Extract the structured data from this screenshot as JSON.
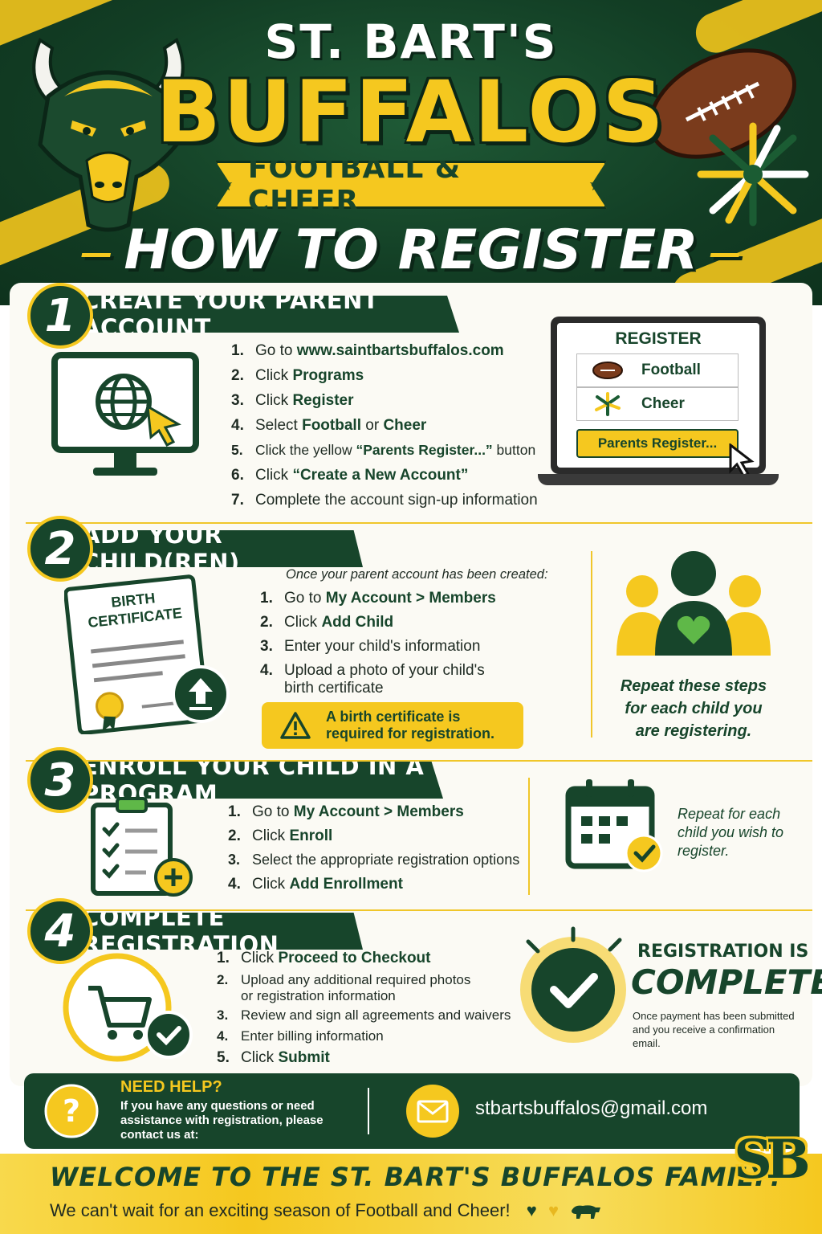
{
  "header": {
    "school": "ST. BART'S",
    "team": "BUFFALOS",
    "programs": "FOOTBALL & CHEER",
    "headline": "HOW TO REGISTER"
  },
  "step1": {
    "number": "1",
    "title": "CREATE YOUR PARENT ACCOUNT",
    "items": [
      {
        "n": "1.",
        "pre": "Go to ",
        "hl": "www.saintbartsbuffalos.com",
        "post": ""
      },
      {
        "n": "2.",
        "pre": "Click ",
        "hl": "Programs",
        "post": ""
      },
      {
        "n": "3.",
        "pre": "Click ",
        "hl": "Register",
        "post": ""
      },
      {
        "n": "4.",
        "pre": "Select ",
        "hl": "Football",
        "mid": " or ",
        "hl2": "Cheer",
        "post": ""
      },
      {
        "n": "5.",
        "pre": "Click the yellow ",
        "hl": "“Parents Register...”",
        "post": " button"
      },
      {
        "n": "6.",
        "pre": "Click ",
        "hl": "“Create a New Account”",
        "post": ""
      },
      {
        "n": "7.",
        "pre": "Complete the account sign-up information",
        "hl": "",
        "post": ""
      }
    ],
    "mock": {
      "title": "REGISTER",
      "option1": "Football",
      "option2": "Cheer",
      "button": "Parents Register..."
    }
  },
  "step2": {
    "number": "2",
    "title": "ADD YOUR CHILD(REN)",
    "intro": "Once your parent account has been created:",
    "items": [
      {
        "n": "1.",
        "pre": "Go to ",
        "hl": "My Account > Members",
        "post": ""
      },
      {
        "n": "2.",
        "pre": "Click ",
        "hl": "Add Child",
        "post": ""
      },
      {
        "n": "3.",
        "pre": "Enter your child's information",
        "hl": "",
        "post": ""
      },
      {
        "n": "4.",
        "pre": "Upload a photo of your child's birth certificate",
        "hl": "",
        "post": ""
      }
    ],
    "certificate_label": "BIRTH CERTIFICATE",
    "alert": "A birth certificate is required for registration.",
    "note": "Repeat these steps for each child you are registering."
  },
  "step3": {
    "number": "3",
    "title": "ENROLL YOUR CHILD IN A PROGRAM",
    "items": [
      {
        "n": "1.",
        "pre": "Go to ",
        "hl": "My Account > Members",
        "post": ""
      },
      {
        "n": "2.",
        "pre": "Click ",
        "hl": "Enroll",
        "post": ""
      },
      {
        "n": "3.",
        "pre": "Select the appropriate registration options",
        "hl": "",
        "post": ""
      },
      {
        "n": "4.",
        "pre": "Click ",
        "hl": "Add Enrollment",
        "post": ""
      }
    ],
    "note": "Repeat for each child you wish to register."
  },
  "step4": {
    "number": "4",
    "title": "COMPLETE REGISTRATION",
    "items": [
      {
        "n": "1.",
        "pre": "Click ",
        "hl": "Proceed to Checkout",
        "post": ""
      },
      {
        "n": "2.",
        "pre": "Upload any additional required photos or registration information",
        "hl": "",
        "post": ""
      },
      {
        "n": "3.",
        "pre": "Review and sign all agreements and waivers",
        "hl": "",
        "post": ""
      },
      {
        "n": "4.",
        "pre": "Enter billing information",
        "hl": "",
        "post": ""
      },
      {
        "n": "5.",
        "pre": "Click ",
        "hl": "Submit",
        "post": ""
      }
    ],
    "complete_label": "REGISTRATION IS",
    "complete_big": "COMPLETE!",
    "complete_note": "Once payment has been submitted and you receive a confirmation email."
  },
  "help": {
    "title": "NEED HELP?",
    "text": "If you have any questions or need assistance with registration, please contact us at:",
    "email": "stbartsbuffalos@gmail.com"
  },
  "footer": {
    "welcome": "WELCOME TO THE ST. BART'S BUFFALOS FAMILY!",
    "tagline": "We can't wait for an exciting season of Football and Cheer!",
    "logo": "SB"
  },
  "colors": {
    "green": "#17452b",
    "gold": "#f5c81f",
    "cream": "#fbfaf4"
  }
}
